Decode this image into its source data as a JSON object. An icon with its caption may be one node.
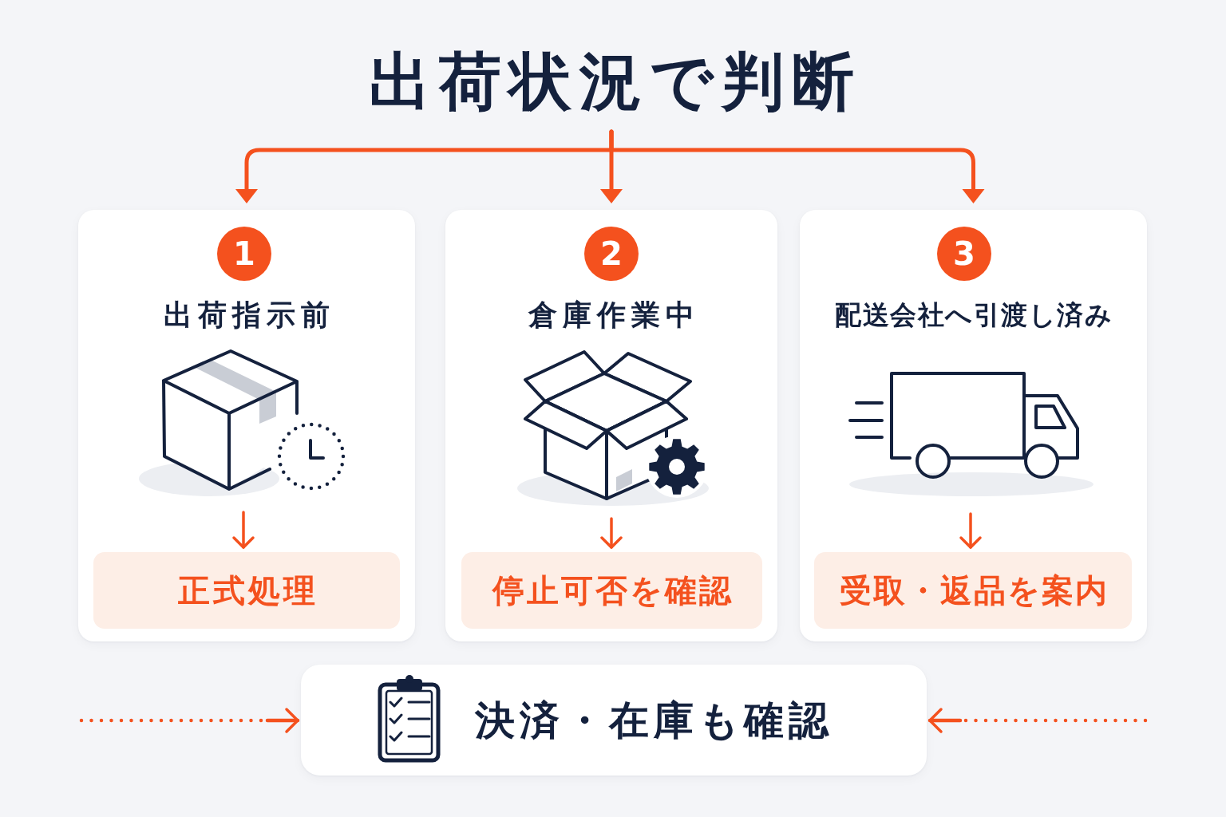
{
  "diagram": {
    "nodes": [
      {
        "text": [
          "出荷状況で判断"
        ]
      },
      {
        "text": [
          "出荷指示前"
        ]
      },
      {
        "text": [
          "1"
        ],
        "in": 1
      },
      {
        "text": [],
        "shape": "picture",
        "in": 1
      },
      {
        "text": [
          "正式処理"
        ],
        "in": 1
      },
      {
        "text": [
          "倉庫作業中"
        ]
      },
      {
        "text": [
          "2"
        ],
        "in": 5
      },
      {
        "text": [],
        "shape": "picture",
        "in": 5
      },
      {
        "text": [
          "停止可否を確認"
        ],
        "in": 5
      },
      {
        "text": [
          "配送会社へ引渡し済み"
        ]
      },
      {
        "text": [
          "3"
        ],
        "in": 9
      },
      {
        "text": [],
        "shape": "picture",
        "in": 9
      },
      {
        "text": [
          "受取・返品を案内"
        ],
        "in": 9
      },
      {
        "text": [
          "決済・在庫も確認"
        ]
      }
    ],
    "edges": [
      {
        "from": 0,
        "to": 1,
        "arrow": "to"
      },
      {
        "from": 0,
        "to": 5,
        "arrow": "to"
      },
      {
        "from": 0,
        "to": 9,
        "arrow": "to"
      },
      {
        "from": 3,
        "to": 4,
        "arrow": "to"
      },
      {
        "from": 7,
        "to": 8,
        "arrow": "to"
      },
      {
        "from": 11,
        "to": 12,
        "arrow": "to"
      },
      {
        "from": null,
        "to": 13,
        "arrow": "to",
        "style": "dashed"
      },
      {
        "from": null,
        "to": 13,
        "arrow": "to",
        "style": "dashed"
      }
    ]
  }
}
